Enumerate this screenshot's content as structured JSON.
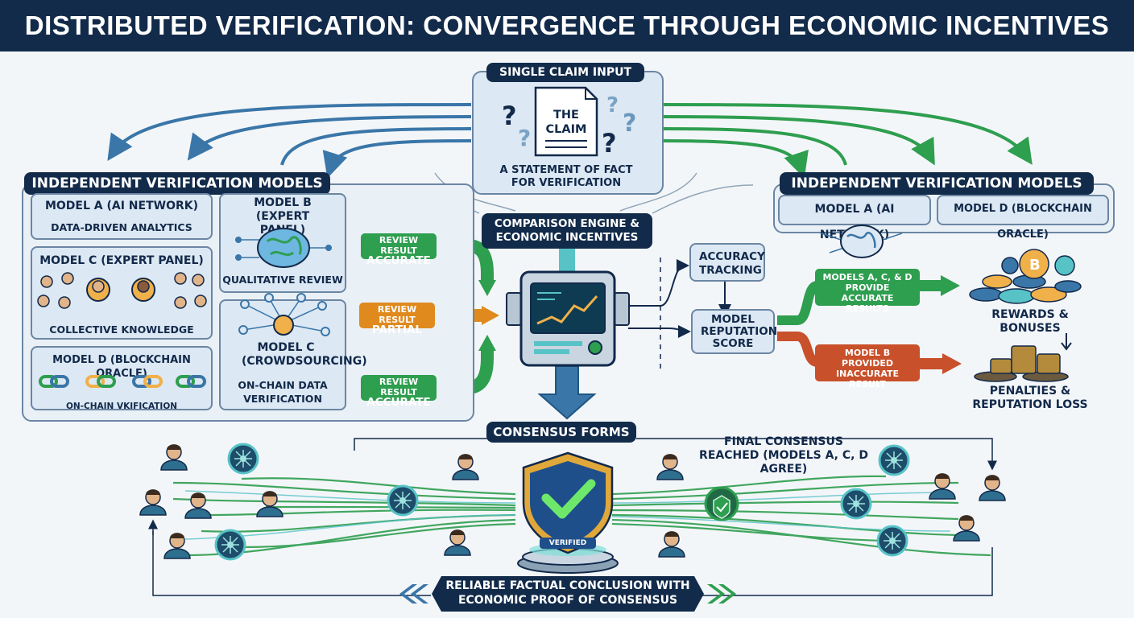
{
  "title": "DISTRIBUTED VERIFICATION: CONVERGENCE THROUGH ECONOMIC INCENTIVES",
  "input": {
    "header": "SINGLE CLAIM INPUT",
    "doc_label": "THE CLAIM",
    "caption": "A STATEMENT OF FACT FOR VERIFICATION"
  },
  "left_panel": {
    "header": "INDEPENDENT VERIFICATION MODELS",
    "model_a": {
      "title": "MODEL A (AI NETWORK)",
      "caption": "DATA-DRIVEN ANALYTICS"
    },
    "model_b": {
      "title": "MODEL B (EXPERT PANEL)",
      "caption": "QUALITATIVE REVIEW"
    },
    "model_c_expert": {
      "title": "MODEL C (EXPERT PANEL)",
      "caption": "COLLECTIVE KNOWLEDGE"
    },
    "model_c_crowd": {
      "title": "MODEL C (CROWDSOURCING)",
      "caption": "ON-CHAIN DATA VERIFICATION"
    },
    "model_d": {
      "title": "MODEL D (BLOCKCHAIN ORACLE)",
      "caption": "ON-CHAIN VKIFICATION"
    }
  },
  "review_results": [
    {
      "label": "REVIEW RESULT",
      "value": "ACCURATE",
      "color": "#2e9e4f"
    },
    {
      "label": "REVIEW RESULT",
      "value": "PARTIAL",
      "color": "#e08a1e"
    },
    {
      "label": "REVIEW RESULT",
      "value": "ACCURATE",
      "color": "#2e9e4f"
    }
  ],
  "engine": {
    "header": "COMPARISON ENGINE & ECONOMIC INCENTIVES"
  },
  "accuracy_tracking": "ACCURACY TRACKING",
  "reputation_score": "MODEL REPUTATION SCORE",
  "right_panel": {
    "header": "INDEPENDENT VERIFICATION MODELS",
    "model_a": "MODEL A (AI NETWORK)",
    "model_d": "MODEL D (BLOCKCHAIN ORACLE)"
  },
  "outcomes": {
    "accurate": "MODELS A, C, & D PROVIDE ACCURATE RESULTS",
    "inaccurate": "MODEL B PROVIDED INACCURATE RESULT",
    "rewards": "REWARDS & BONUSES",
    "penalties": "PENALTIES & REPUTATION LOSS"
  },
  "consensus": {
    "header": "CONSENSUS FORMS",
    "final": "FINAL CONSENSUS REACHED (MODELS A, C, D AGREE)",
    "badge": "VERIFIED",
    "conclusion": "RELIABLE FACTUAL CONCLUSION WITH ECONOMIC PROOF OF CONSENSUS"
  },
  "colors": {
    "navy": "#132b4a",
    "green": "#2e9e4f",
    "orange": "#e08a1e",
    "red": "#c8502a",
    "blue": "#3a76a8"
  }
}
